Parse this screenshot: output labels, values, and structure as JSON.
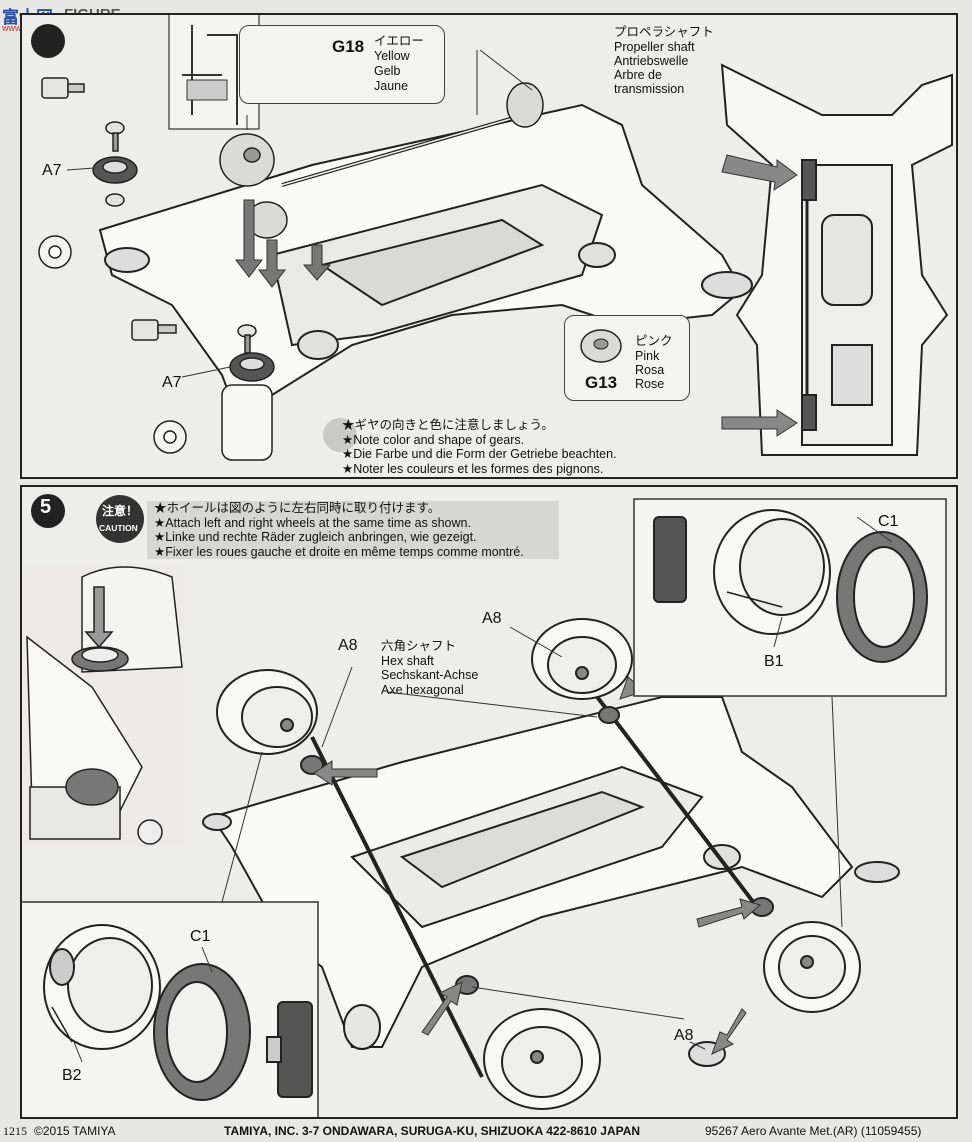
{
  "watermark": {
    "logo": "富士网",
    "brand": "FIGURE SEARCH",
    "site": "www.fuji-shop.com"
  },
  "step4": {
    "gear_g18": {
      "code": "G18",
      "names": [
        "イエロー",
        "Yellow",
        "Gelb",
        "Jaune"
      ]
    },
    "shaft": {
      "names": [
        "プロペラシャフト",
        "Propeller shaft",
        "Antriebswelle",
        "Arbre de",
        "transmission"
      ]
    },
    "gear_g13": {
      "code": "G13",
      "names": [
        "ピンク",
        "Pink",
        "Rosa",
        "Rose"
      ]
    },
    "a7_top": "A7",
    "a7_bottom": "A7",
    "notes": [
      "★ギヤの向きと色に注意しましょう。",
      "★Note color and shape of gears.",
      "★Die Farbe und die Form der Getriebe beachten.",
      "★Noter les couleurs et les formes des pignons."
    ]
  },
  "step5": {
    "number": "5",
    "caution_jp": "注意！",
    "caution_en": "CAUTION",
    "notes": [
      "★ホイールは図のように左右同時に取り付けます。",
      "★Attach left and right wheels at the same time as shown.",
      "★Linke und rechte Räder zugleich anbringen, wie gezeigt.",
      "★Fixer les roues gauche et droite en même temps comme montré."
    ],
    "hex_shaft": [
      "六角シャフト",
      "Hex shaft",
      "Sechskant-Achse",
      "Axe hexagonal"
    ],
    "a8_left": "A8",
    "a8_top": "A8",
    "a8_bottom": "A8",
    "c1_right": "C1",
    "b1": "B1",
    "c1_left": "C1",
    "b2": "B2"
  },
  "footer": {
    "code": "1215",
    "copyright": "©2015 TAMIYA",
    "address": "TAMIYA, INC.  3-7 ONDAWARA, SURUGA-KU, SHIZUOKA 422-8610 JAPAN",
    "product": "95267  Aero Avante Met.(AR) (11059455)"
  }
}
